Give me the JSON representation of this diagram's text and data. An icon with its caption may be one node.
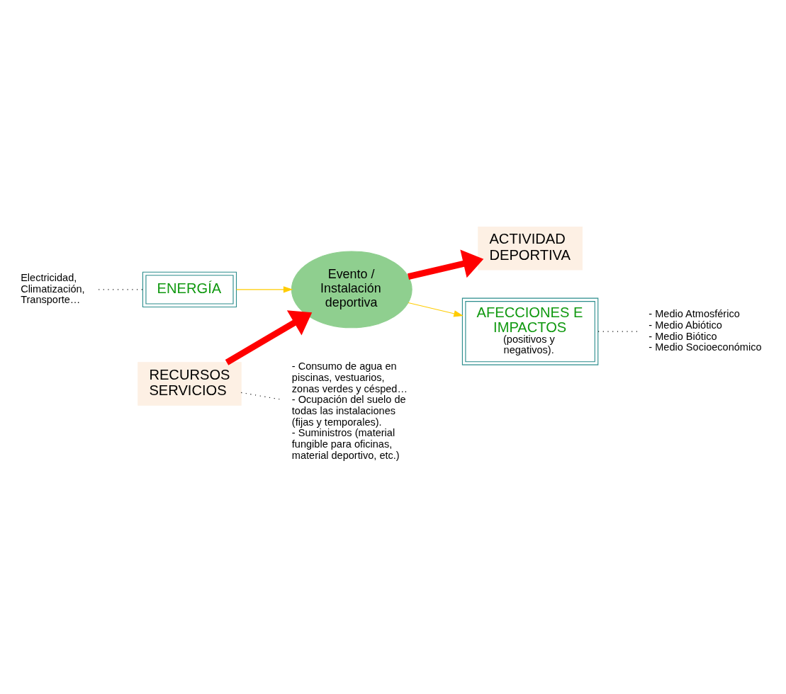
{
  "diagram": {
    "nodes": [
      {
        "text": [
          "Electricidad, Climatización, Transporte…"
        ]
      },
      {
        "text": [
          "ENERGÍA"
        ]
      },
      {
        "text": [
          "RECURSOS SERVICIOS"
        ]
      },
      {
        "text": [
          "Evento / Instalación deportiva"
        ]
      },
      {
        "text": [
          "ACTIVIDAD DEPORTIVA"
        ]
      },
      {
        "text": [
          "AFECCIONES E IMPACTOS",
          "(positivos y negativos)."
        ]
      },
      {
        "text": [
          "- Consumo de agua en piscinas, vestuarios, zonas verdes y césped…",
          "- Ocupación del suelo de todas las instalaciones (fijas y temporales).",
          "- Suministros (material fungible para oficinas, material deportivo, etc.)"
        ]
      },
      {
        "text": [
          "- Medio Atmosférico",
          "- Medio Abiótico",
          "- Medio Biótico",
          "- Medio Socioeconómico"
        ]
      }
    ],
    "edges": [
      {
        "from": 0,
        "to": 1,
        "arrow": "none",
        "style": "dashed"
      },
      {
        "from": 1,
        "to": 3,
        "arrow": "to",
        "color": "#ffcc00"
      },
      {
        "from": 2,
        "to": 3,
        "arrow": "to",
        "style": "thick",
        "color": "#ff0000"
      },
      {
        "from": 3,
        "to": 4,
        "arrow": "to",
        "style": "thick",
        "color": "#ff0000"
      },
      {
        "from": 3,
        "to": 5,
        "arrow": "to",
        "color": "#ffcc00"
      },
      {
        "from": 2,
        "to": 6,
        "arrow": "none",
        "style": "dashed"
      },
      {
        "from": 5,
        "to": 7,
        "arrow": "none",
        "style": "dashed"
      }
    ]
  }
}
